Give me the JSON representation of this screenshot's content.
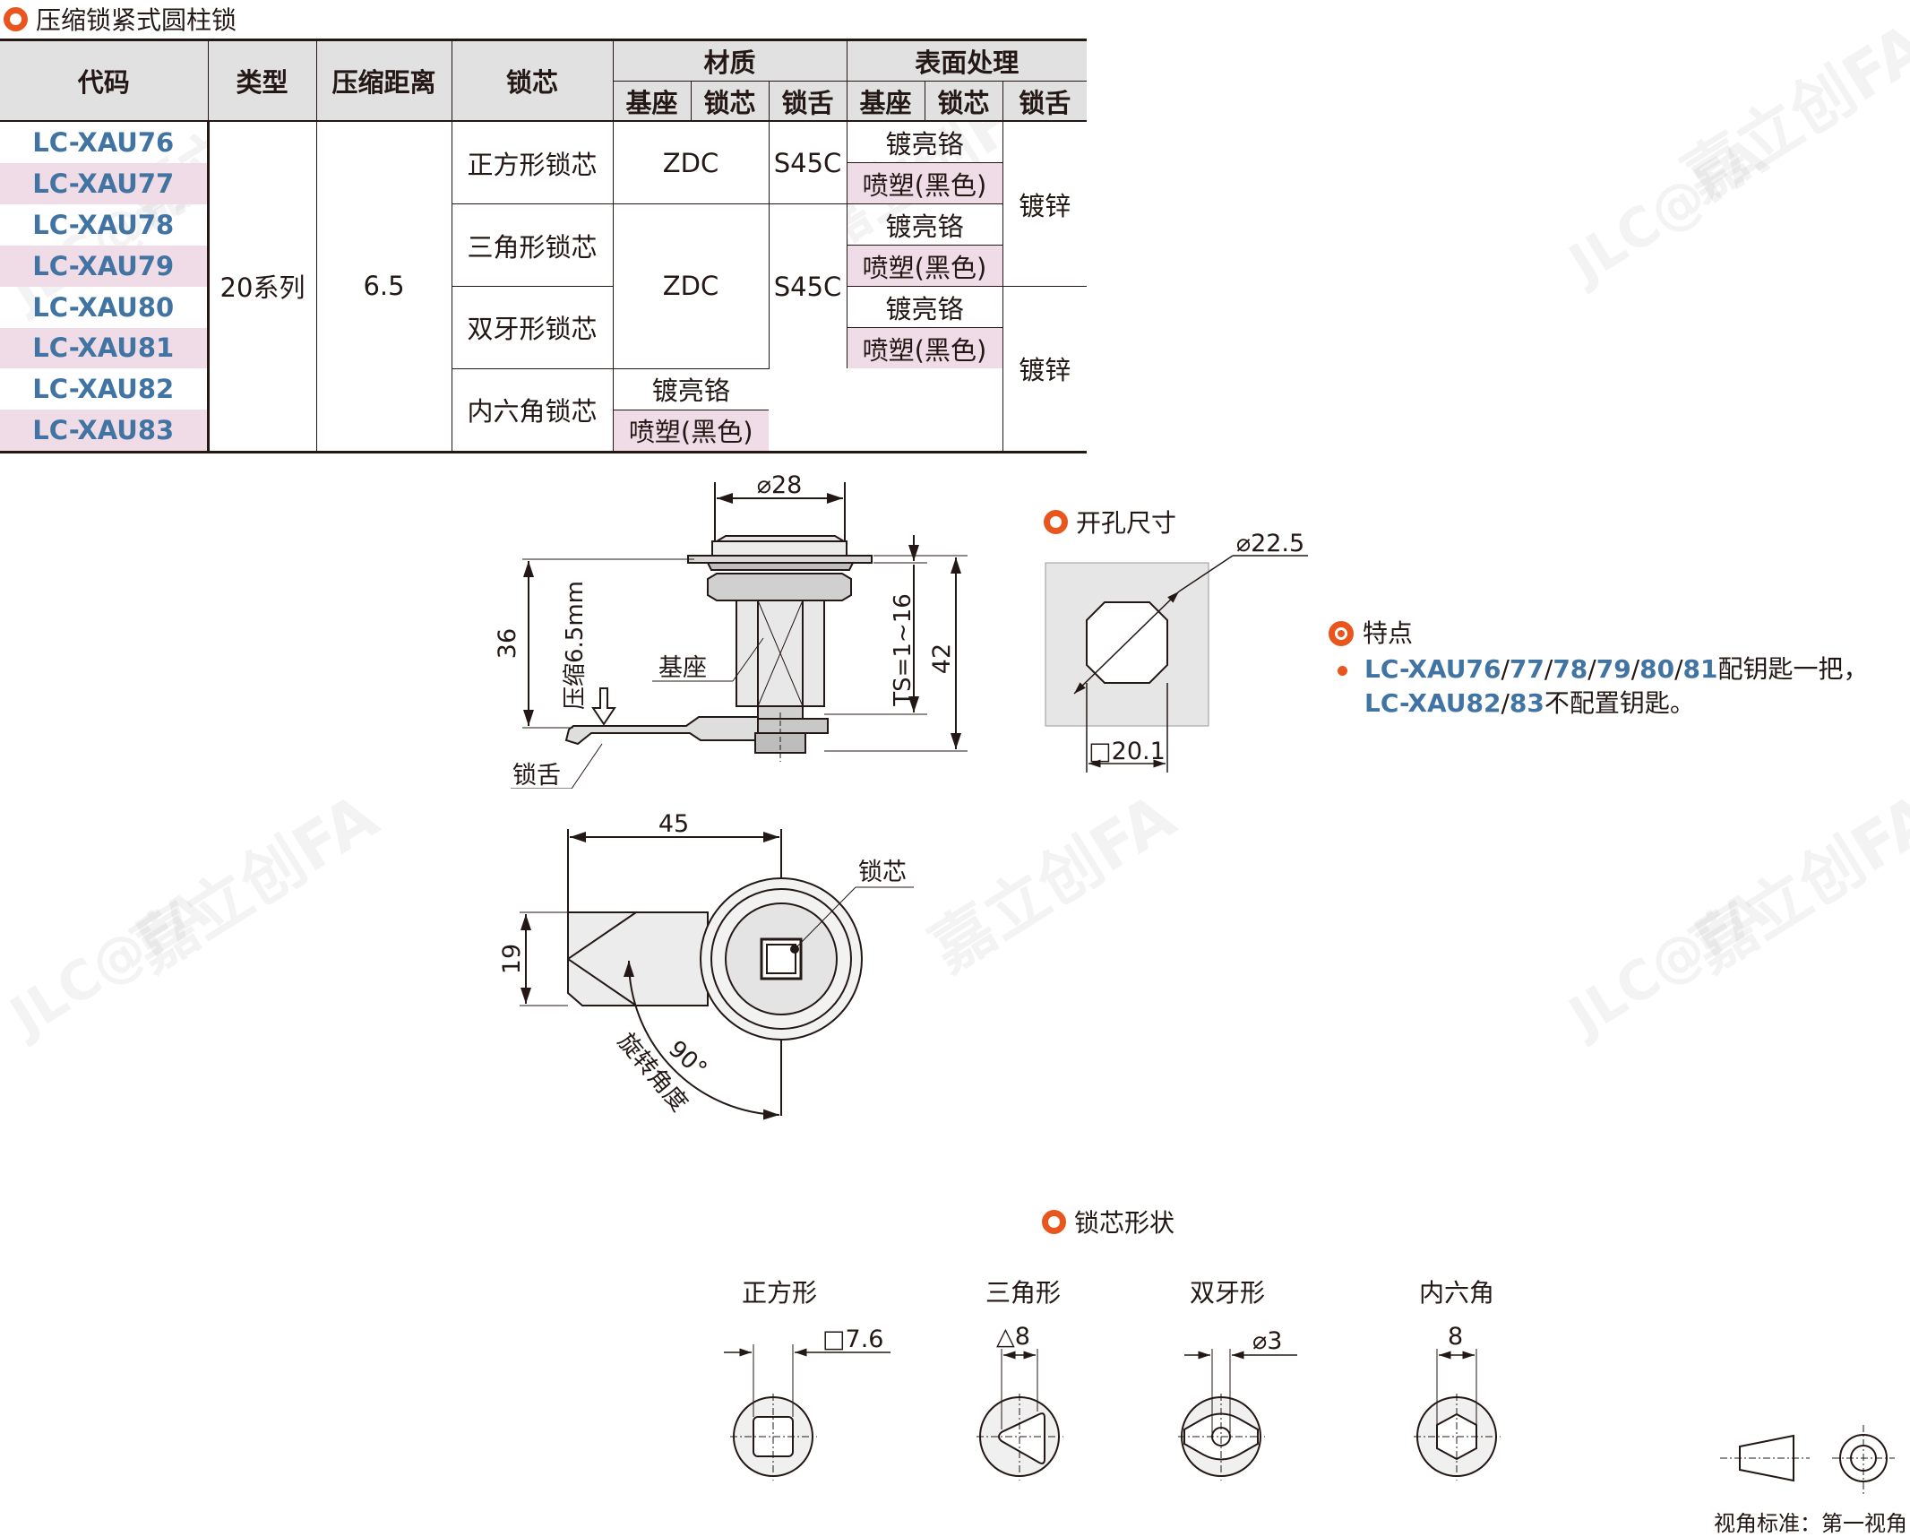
{
  "title": "压缩锁紧式圆柱锁",
  "table": {
    "headers": {
      "code": "代码",
      "type": "类型",
      "compression": "压缩距离",
      "core": "锁芯",
      "material": "材质",
      "surface": "表面处理",
      "base": "基座",
      "lock_core": "锁芯",
      "tongue": "锁舌"
    },
    "codes": [
      "LC-XAU76",
      "LC-XAU77",
      "LC-XAU78",
      "LC-XAU79",
      "LC-XAU80",
      "LC-XAU81",
      "LC-XAU82",
      "LC-XAU83"
    ],
    "type_value": "20系列",
    "compression_value": "6.5",
    "cores": [
      "正方形锁芯",
      "三角形锁芯",
      "双牙形锁芯",
      "内六角锁芯"
    ],
    "material_base": [
      "ZDC",
      "ZDC"
    ],
    "material_tongue": [
      "S45C",
      "S45C"
    ],
    "surface_core": [
      "镀亮铬",
      "喷塑(黑色)",
      "镀亮铬",
      "喷塑(黑色)",
      "镀亮铬",
      "喷塑(黑色)",
      "镀亮铬",
      "喷塑(黑色)"
    ],
    "surface_tongue": [
      "镀锌",
      "镀锌"
    ]
  },
  "drawing": {
    "d28": "⌀28",
    "h36": "36",
    "compress": "压缩6.5mm",
    "base_label": "基座",
    "ts": "TS=1~16",
    "h42": "42",
    "tongue_label": "锁舌",
    "w45": "45",
    "h19": "19",
    "core_label": "锁芯",
    "angle": "90°",
    "rotate": "旋转角度"
  },
  "cutout": {
    "title": "开孔尺寸",
    "d22": "⌀22.5",
    "sq20": "□20.1"
  },
  "features": {
    "title": "特点",
    "line1": {
      "a": "LC-XAU76",
      "s1": "/",
      "b": "77",
      "s2": "/",
      "c": "78",
      "s3": "/",
      "d": "79",
      "s4": "/",
      "e": "80",
      "s5": "/",
      "f": "81",
      "tail": "配钥匙一把，"
    },
    "line2": {
      "a": "LC-XAU82",
      "s1": "/",
      "b": "83",
      "tail": "不配置钥匙。"
    }
  },
  "shapes": {
    "title": "锁芯形状",
    "names": [
      "正方形",
      "三角形",
      "双牙形",
      "内六角"
    ],
    "dims": [
      "□7.6",
      "△8",
      "⌀3",
      "8"
    ]
  },
  "view_standard": "视角标准：第一视角",
  "colors": {
    "accent": "#e8561e",
    "code_blue": "#4174a2",
    "pink_row": "#f0dce6",
    "header_gray": "#e1e1e1"
  }
}
